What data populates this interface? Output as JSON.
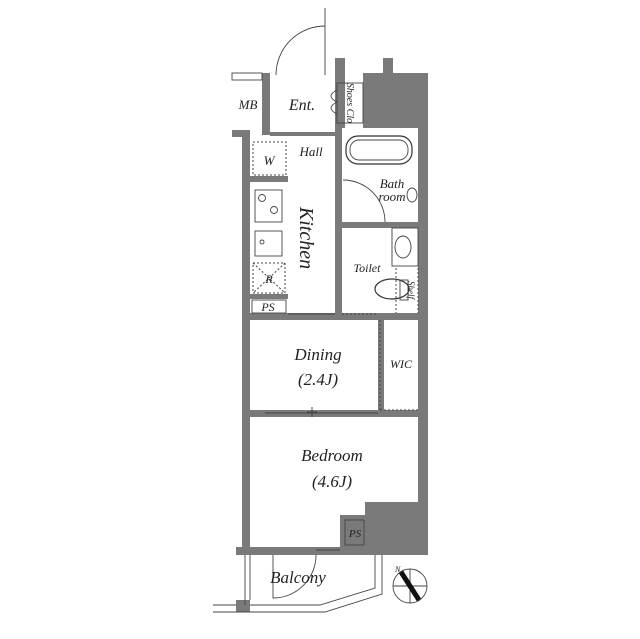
{
  "rooms": {
    "mb": "MB",
    "entrance": "Ent.",
    "shoes_closet": "Shoes Clo",
    "hall": "Hall",
    "kitchen": "Kitchen",
    "washer": "W",
    "refrigerator": "R",
    "ps_upper": "PS",
    "bathroom_line1": "Bath",
    "bathroom_line2": "room",
    "toilet": "Toilet",
    "shelf": "Shelf",
    "dining": "Dining",
    "dining_size": "(2.4J)",
    "wic": "WIC",
    "bedroom": "Bedroom",
    "bedroom_size": "(4.6J)",
    "ps_lower": "PS",
    "balcony": "Balcony"
  },
  "compass": {
    "label": "N"
  },
  "colors": {
    "wall": "#7a7a7a",
    "line": "#333333"
  }
}
